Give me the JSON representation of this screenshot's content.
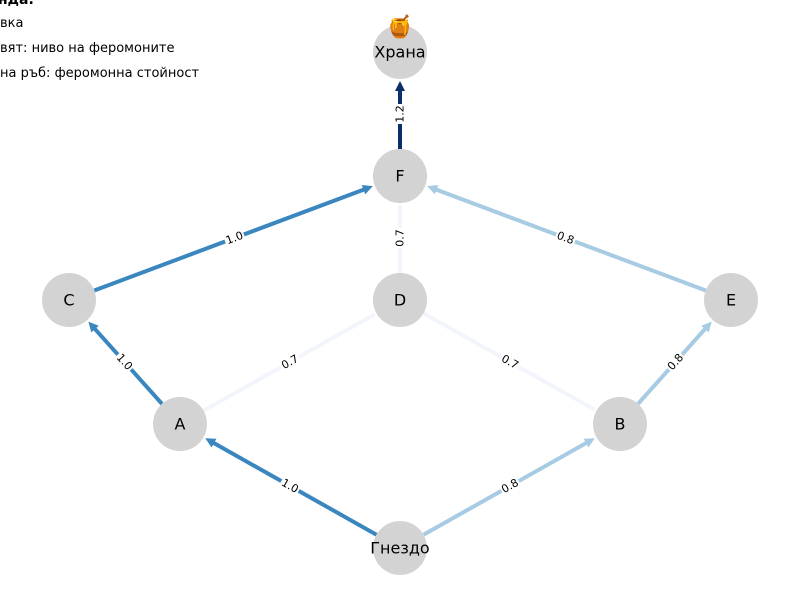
{
  "legend": {
    "title": "нда:",
    "lines": [
      "вка",
      "вят: ниво на феромоните",
      "на ръб: феромонна стойност"
    ]
  },
  "food_icon": "🍯",
  "nodes": [
    {
      "id": "food",
      "label": "Храна"
    },
    {
      "id": "F",
      "label": "F"
    },
    {
      "id": "C",
      "label": "C"
    },
    {
      "id": "D",
      "label": "D"
    },
    {
      "id": "E",
      "label": "E"
    },
    {
      "id": "A",
      "label": "A"
    },
    {
      "id": "B",
      "label": "B"
    },
    {
      "id": "nest",
      "label": "Гнездо"
    }
  ],
  "edges": [
    {
      "from": "F",
      "to": "food",
      "value": "1.2",
      "directed": true,
      "color": "#08306b"
    },
    {
      "from": "C",
      "to": "F",
      "value": "1.0",
      "directed": true,
      "color": "#3a87c0"
    },
    {
      "from": "E",
      "to": "F",
      "value": "0.8",
      "directed": true,
      "color": "#a6cbe3"
    },
    {
      "from": "D",
      "to": "F",
      "value": "0.7",
      "directed": false,
      "color": "#f2f6fc"
    },
    {
      "from": "A",
      "to": "C",
      "value": "1.0",
      "directed": true,
      "color": "#3a87c0"
    },
    {
      "from": "A",
      "to": "D",
      "value": "0.7",
      "directed": false,
      "color": "#f2f6fc"
    },
    {
      "from": "D",
      "to": "B",
      "value": "0.7",
      "directed": false,
      "color": "#f2f6fc"
    },
    {
      "from": "B",
      "to": "E",
      "value": "0.8",
      "directed": true,
      "color": "#a6cbe3"
    },
    {
      "from": "nest",
      "to": "A",
      "value": "1.0",
      "directed": true,
      "color": "#3a87c0"
    },
    {
      "from": "nest",
      "to": "B",
      "value": "0.8",
      "directed": true,
      "color": "#a6cbe3"
    }
  ],
  "node_color": "#d3d3d3"
}
